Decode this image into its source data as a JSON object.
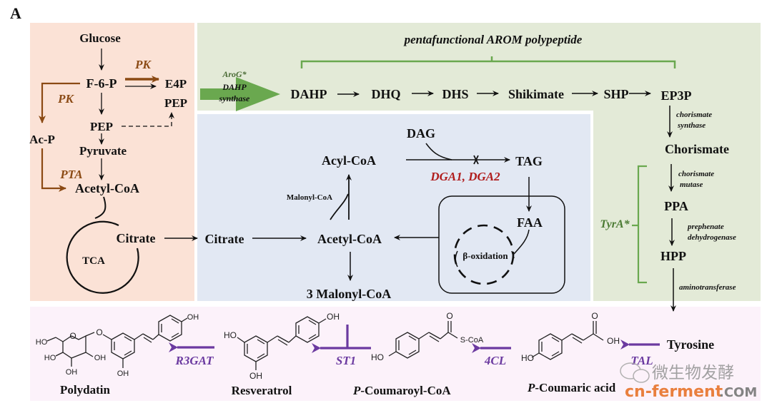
{
  "panel_label": "A",
  "colors": {
    "orange_panel": "#fbe2d6",
    "green_panel": "#e3ead7",
    "blue_panel": "#e2e8f3",
    "pink_panel": "#fcf2fa",
    "brown_enzyme": "#8b4a14",
    "green_enzyme": "#6aa84f",
    "red_enzyme": "#b01c1c",
    "purple_enzyme": "#6b3aa0",
    "watermark_orange": "#e8732a",
    "watermark_gray": "#888888"
  },
  "glycolysis": {
    "glucose": "Glucose",
    "f6p": "F-6-P",
    "e4p": "E4P",
    "pep_right": "PEP",
    "pep": "PEP",
    "pyruvate": "Pyruvate",
    "acetyl_coa": "Acetyl-CoA",
    "ac_p": "Ac-P",
    "pk_top": "PK",
    "pk_left": "PK",
    "pta": "PTA",
    "citrate": "Citrate",
    "tca": "TCA"
  },
  "shikimate": {
    "arom_title": "pentafunctional AROM polypeptide",
    "arog": "AroG*",
    "dahp_synthase_1": "DAHP",
    "dahp_synthase_2": "synthase",
    "steps": [
      "DAHP",
      "DHQ",
      "DHS",
      "Shikimate",
      "SHP",
      "EP3P"
    ],
    "chorismate_synthase_1": "chorismate",
    "chorismate_synthase_2": "synthase",
    "chorismate": "Chorismate",
    "chorismate_mutase_1": "chorismate",
    "chorismate_mutase_2": "mutase",
    "ppa": "PPA",
    "prephenate_dh_1": "prephenate",
    "prephenate_dh_2": "dehydrogenase",
    "hpp": "HPP",
    "aminotransferase": "aminotransferase",
    "tyra": "TyrA*"
  },
  "lipid": {
    "citrate": "Citrate",
    "acetyl_coa": "Acetyl-CoA",
    "acyl_coa": "Acyl-CoA",
    "malonyl_coa_small": "Malonyl-CoA",
    "three_malonyl_coa": "3 Malonyl-CoA",
    "dag": "DAG",
    "tag": "TAG",
    "dga": "DGA1, DGA2",
    "faa": "FAA",
    "beta_oxidation": "β-oxidation"
  },
  "products": {
    "tyrosine": "Tyrosine",
    "tal": "TAL",
    "p_coumaric_acid_prefix": "P",
    "p_coumaric_acid": "-Coumaric acid",
    "cl4": "4CL",
    "p_coumaroyl_coa_prefix": "P",
    "p_coumaroyl_coa": "-Coumaroyl-CoA",
    "st1": "ST1",
    "resveratrol": "Resveratrol",
    "r3gat": "R3GAT",
    "polydatin": "Polydatin",
    "oh": "OH",
    "ho": "HO",
    "o": "O",
    "s_coa": "S-CoA"
  },
  "watermark": {
    "chinese": "微生物发酵",
    "domain_main": "cn-ferment",
    "domain_tld": ".COM"
  }
}
